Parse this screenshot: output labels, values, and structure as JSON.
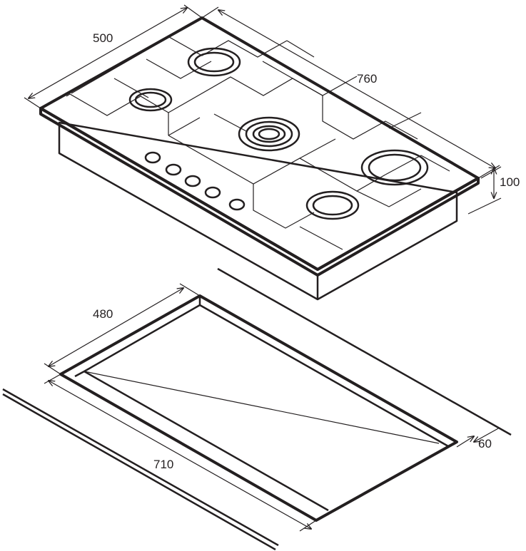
{
  "dimensions": {
    "hob_depth": "500",
    "hob_width": "760",
    "hob_height": "100",
    "cutout_depth": "480",
    "cutout_width": "710",
    "countertop_offset": "60"
  },
  "colors": {
    "line": "#231f20",
    "background": "#ffffff"
  }
}
